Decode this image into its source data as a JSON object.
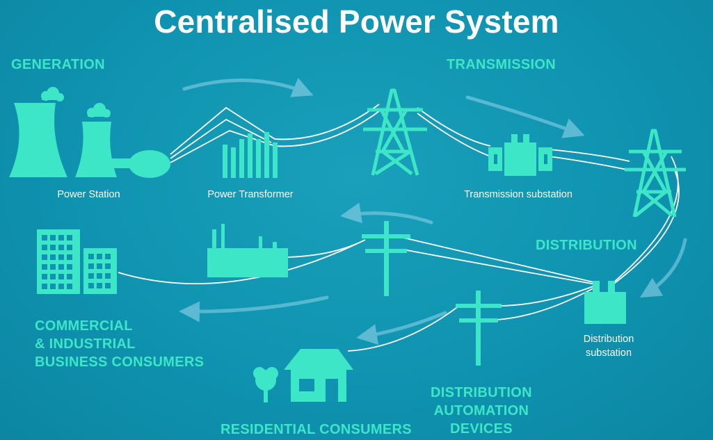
{
  "title": "Centralised Power System",
  "sections": {
    "generation": "GENERATION",
    "transmission": "TRANSMISSION",
    "distribution": "DISTRIBUTION",
    "commercial": [
      "COMMERCIAL",
      "& INDUSTRIAL",
      "BUSINESS CONSUMERS"
    ],
    "residential": "RESIDENTIAL CONSUMERS",
    "automation": [
      "DISTRIBUTION",
      "AUTOMATION",
      "DEVICES"
    ]
  },
  "captions": {
    "power_station": "Power Station",
    "power_transformer": "Power Transformer",
    "transmission_substation": "Transmission substation",
    "distribution_substation": [
      "Distribution",
      "substation"
    ]
  },
  "colors": {
    "background": "#0f93b0",
    "icon": "#3ee6c8",
    "line": "#ffffff",
    "arrow": "#8fd4ea"
  }
}
